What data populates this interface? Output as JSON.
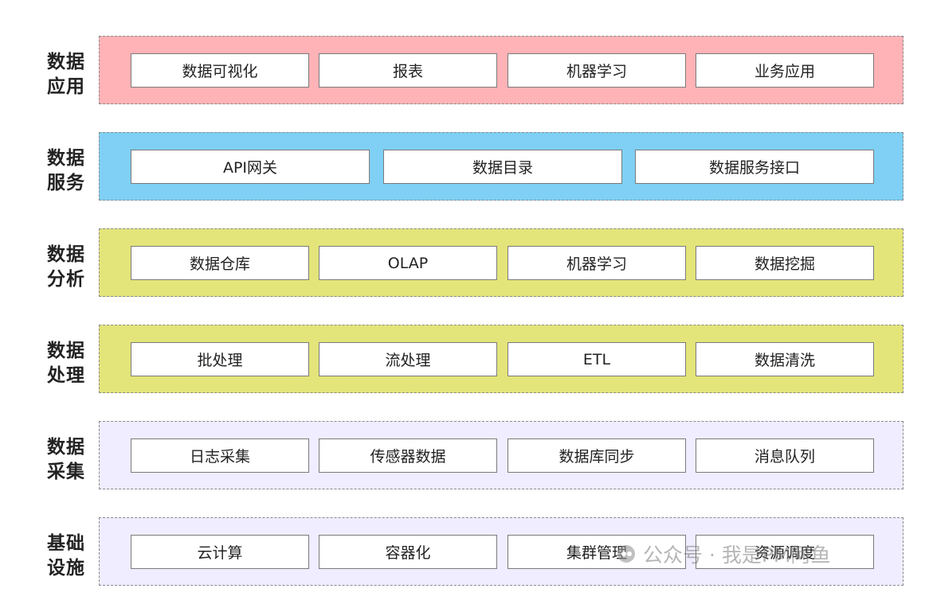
{
  "colors": {
    "app": "#ffb3b6",
    "service": "#7fd0f4",
    "analysis": "#e3e57a",
    "processing": "#e3e57a",
    "collection": "#efedff",
    "infra": "#efedff"
  },
  "layers": [
    {
      "label_line1": "数据",
      "label_line2": "应用",
      "items": [
        "数据可视化",
        "报表",
        "机器学习",
        "业务应用"
      ]
    },
    {
      "label_line1": "数据",
      "label_line2": "服务",
      "items": [
        "API网关",
        "数据目录",
        "数据服务接口"
      ]
    },
    {
      "label_line1": "数据",
      "label_line2": "分析",
      "items": [
        "数据仓库",
        "OLAP",
        "机器学习",
        "数据挖掘"
      ]
    },
    {
      "label_line1": "数据",
      "label_line2": "处理",
      "items": [
        "批处理",
        "流处理",
        "ETL",
        "数据清洗"
      ]
    },
    {
      "label_line1": "数据",
      "label_line2": "采集",
      "items": [
        "日志采集",
        "传感器数据",
        "数据库同步",
        "消息队列"
      ]
    },
    {
      "label_line1": "基础",
      "label_line2": "设施",
      "items": [
        "云计算",
        "容器化",
        "集群管理",
        "资源调度"
      ]
    }
  ],
  "watermark": {
    "icon": "wechat-icon",
    "text": "公众号 · 我是PM阿鱼"
  }
}
